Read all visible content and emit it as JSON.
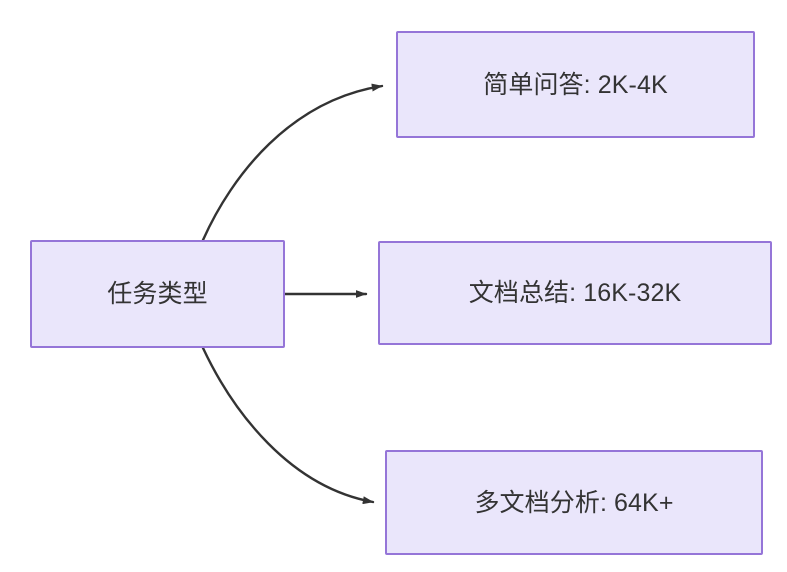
{
  "diagram": {
    "type": "flowchart",
    "direction": "left-to-right",
    "background_color": "#ffffff",
    "node_fill_color": "#eae6fb",
    "node_border_color": "#9575d8",
    "text_color": "#333333",
    "edge_color": "#333333",
    "source_node": {
      "id": "task-type",
      "label": "任务类型"
    },
    "target_nodes": [
      {
        "id": "simple-qa",
        "label": "简单问答: 2K-4K",
        "category": "简单问答",
        "range": "2K-4K"
      },
      {
        "id": "doc-summary",
        "label": "文档总结: 16K-32K",
        "category": "文档总结",
        "range": "16K-32K"
      },
      {
        "id": "multi-doc-analysis",
        "label": "多文档分析: 64K+",
        "category": "多文档分析",
        "range": "64K+"
      }
    ],
    "edges": [
      {
        "id": "edge-0",
        "from": "任务类型",
        "to": "简单问答: 2K-4K",
        "style": "curved",
        "arrowhead": "filled-triangle"
      },
      {
        "id": "edge-1",
        "from": "任务类型",
        "to": "文档总结: 16K-32K",
        "style": "straight",
        "arrowhead": "filled-triangle"
      },
      {
        "id": "edge-2",
        "from": "任务类型",
        "to": "多文档分析: 64K+",
        "style": "curved",
        "arrowhead": "filled-triangle"
      }
    ]
  }
}
